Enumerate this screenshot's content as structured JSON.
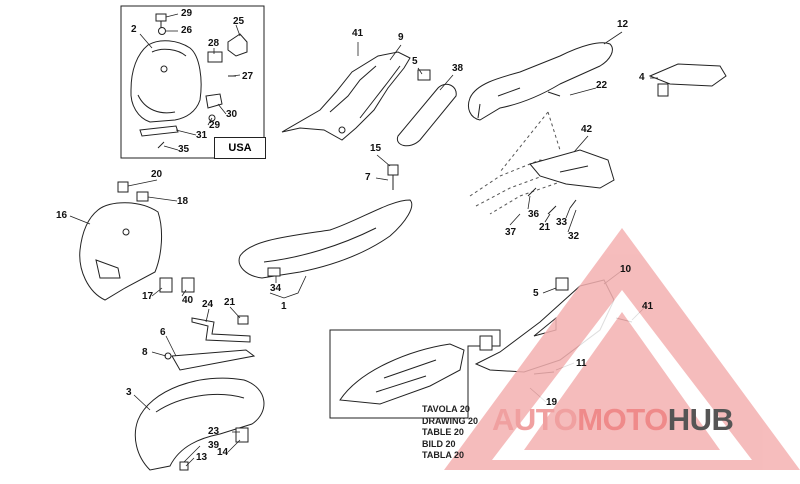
{
  "diagram": {
    "usa_label": "USA",
    "caption_lines": [
      "TAVOLA 20",
      "DRAWING 20",
      "TABLE 20",
      "BILD 20",
      "TABLA 20"
    ],
    "watermark": {
      "part1": "AUTO",
      "part2": "MOTO",
      "part3": "HUB"
    },
    "callouts": [
      {
        "id": "c29a",
        "text": "29"
      },
      {
        "id": "c26",
        "text": "26"
      },
      {
        "id": "c25",
        "text": "25"
      },
      {
        "id": "c2",
        "text": "2"
      },
      {
        "id": "c28",
        "text": "28"
      },
      {
        "id": "c27",
        "text": "27"
      },
      {
        "id": "c30",
        "text": "30"
      },
      {
        "id": "c29b",
        "text": "29"
      },
      {
        "id": "c31",
        "text": "31"
      },
      {
        "id": "c35",
        "text": "35"
      },
      {
        "id": "c41a",
        "text": "41"
      },
      {
        "id": "c9",
        "text": "9"
      },
      {
        "id": "c5a",
        "text": "5"
      },
      {
        "id": "c38",
        "text": "38"
      },
      {
        "id": "c12",
        "text": "12"
      },
      {
        "id": "c4",
        "text": "4"
      },
      {
        "id": "c22",
        "text": "22"
      },
      {
        "id": "c42",
        "text": "42"
      },
      {
        "id": "c15",
        "text": "15"
      },
      {
        "id": "c7",
        "text": "7"
      },
      {
        "id": "c20",
        "text": "20"
      },
      {
        "id": "c18",
        "text": "18"
      },
      {
        "id": "c16",
        "text": "16"
      },
      {
        "id": "c36",
        "text": "36"
      },
      {
        "id": "c21a",
        "text": "21"
      },
      {
        "id": "c33",
        "text": "33"
      },
      {
        "id": "c37",
        "text": "37"
      },
      {
        "id": "c32",
        "text": "32"
      },
      {
        "id": "c34",
        "text": "34"
      },
      {
        "id": "c1",
        "text": "1"
      },
      {
        "id": "c17",
        "text": "17"
      },
      {
        "id": "c40",
        "text": "40"
      },
      {
        "id": "c24",
        "text": "24"
      },
      {
        "id": "c21b",
        "text": "21"
      },
      {
        "id": "c10",
        "text": "10"
      },
      {
        "id": "c5b",
        "text": "5"
      },
      {
        "id": "c41b",
        "text": "41"
      },
      {
        "id": "c6",
        "text": "6"
      },
      {
        "id": "c8",
        "text": "8"
      },
      {
        "id": "c11",
        "text": "11"
      },
      {
        "id": "c3",
        "text": "3"
      },
      {
        "id": "c19",
        "text": "19"
      },
      {
        "id": "c23",
        "text": "23"
      },
      {
        "id": "c39",
        "text": "39"
      },
      {
        "id": "c14",
        "text": "14"
      },
      {
        "id": "c13",
        "text": "13"
      }
    ]
  }
}
